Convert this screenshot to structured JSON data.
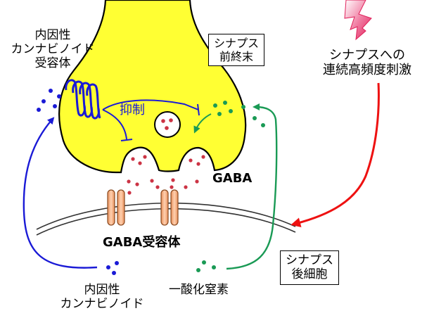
{
  "labels": {
    "presynaptic_terminal": "シナプス\n前終末",
    "stimulus": "シナプスへの\n連続高頻度刺激",
    "cb1_receptor": "内因性\nカンナビノイド\n受容体",
    "inhibition": "抑制",
    "gaba": "GABA",
    "gaba_receptor": "GABA受容体",
    "postsynaptic_cell": "シナプス\n後細胞",
    "endocannabinoid": "内因性\nカンナビノイド",
    "nitric_oxide": "一酸化窒素"
  },
  "colors": {
    "terminal_fill": "#ffff33",
    "endocannabinoid": "#1a1ad6",
    "nitric_oxide": "#1a9a55",
    "stimulus_arrow": "#ee1111",
    "gaba_dots": "#cc3344",
    "receptor": "#f0a070"
  },
  "icons": {
    "stimulus": "lightning-bolt-icon"
  }
}
